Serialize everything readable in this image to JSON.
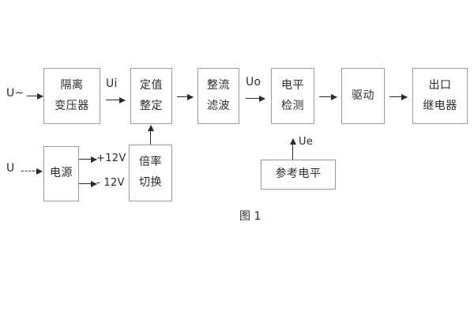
{
  "figure": {
    "caption": "图 1",
    "blocks": [
      {
        "id": "isolation-transformer",
        "lines": [
          "隔离",
          "变压器"
        ]
      },
      {
        "id": "setpoint-setting",
        "lines": [
          "定值",
          "整定"
        ]
      },
      {
        "id": "rectify-filter",
        "lines": [
          "整流",
          "滤波"
        ]
      },
      {
        "id": "level-detection",
        "lines": [
          "电平",
          "检测"
        ]
      },
      {
        "id": "drive",
        "lines": [
          "驱动"
        ]
      },
      {
        "id": "output-relay",
        "lines": [
          "出口",
          "继电器"
        ]
      },
      {
        "id": "power-supply",
        "lines": [
          "电源"
        ]
      },
      {
        "id": "multiplier-switch",
        "lines": [
          "倍率",
          "切换"
        ]
      },
      {
        "id": "reference-level",
        "lines": [
          "参考电平"
        ]
      }
    ],
    "signals": {
      "input_ac": "U~",
      "input_dc": "U",
      "ui": "Ui",
      "uo": "Uo",
      "ue": "Ue",
      "rail_pos": "+12V",
      "rail_neg": "- 12V"
    }
  }
}
